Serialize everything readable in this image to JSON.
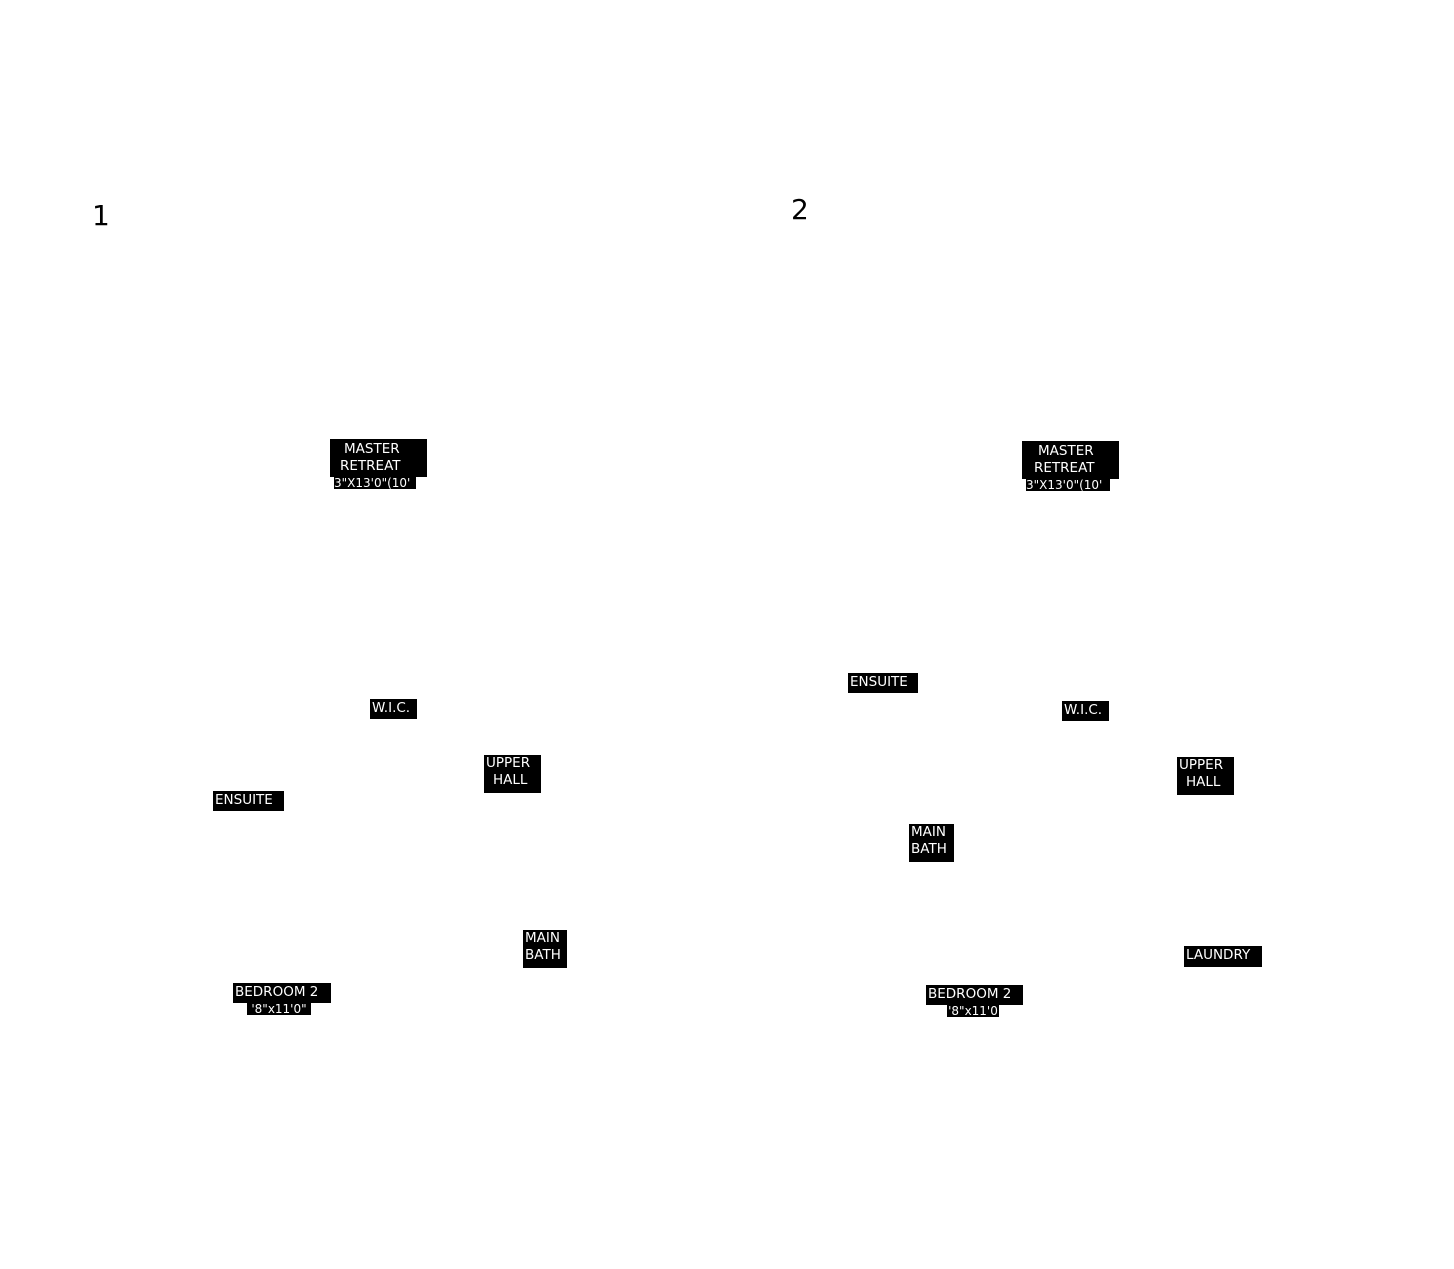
{
  "plans": [
    {
      "number": "1",
      "rooms": {
        "master_retreat": {
          "line1": "MASTER",
          "line2": "RETREAT",
          "dim": "3\"X13'0\"(10'"
        },
        "wic": {
          "name": "W.I.C."
        },
        "upper_hall": {
          "line1": "UPPER",
          "line2": "HALL"
        },
        "ensuite": {
          "name": "ENSUITE"
        },
        "main_bath": {
          "line1": "MAIN",
          "line2": "BATH"
        },
        "bedroom2": {
          "name": "BEDROOM 2",
          "dim": "'8\"x11'0\""
        }
      }
    },
    {
      "number": "2",
      "rooms": {
        "master_retreat": {
          "line1": "MASTER",
          "line2": "RETREAT",
          "dim": "3\"X13'0\"(10'"
        },
        "ensuite": {
          "name": "ENSUITE"
        },
        "wic": {
          "name": "W.I.C."
        },
        "upper_hall": {
          "line1": "UPPER",
          "line2": "HALL"
        },
        "main_bath": {
          "line1": "MAIN",
          "line2": "BATH"
        },
        "laundry": {
          "name": "LAUNDRY"
        },
        "bedroom2": {
          "name": "BEDROOM 2",
          "dim": "'8\"x11'0"
        }
      }
    }
  ]
}
